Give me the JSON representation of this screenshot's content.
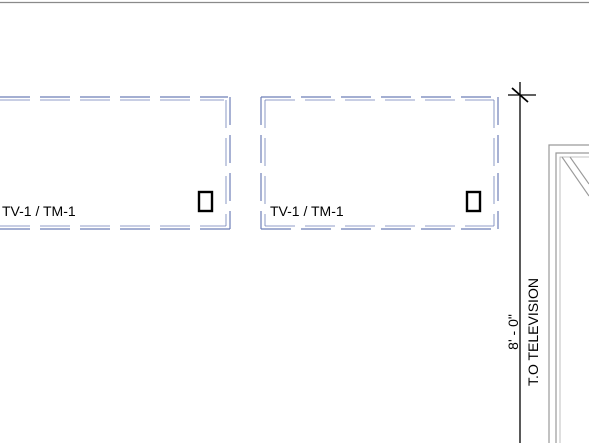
{
  "drawing": {
    "tv_units": [
      {
        "label": "TV-1 / TM-1"
      },
      {
        "label": "TV-1 / TM-1"
      }
    ],
    "dimension": {
      "value": "8' - 0\"",
      "caption": "T.O TELEVISION"
    },
    "colors": {
      "dashed_outline": "#6e7fb8",
      "ink": "#000000",
      "frame": "#9a9a9a"
    }
  }
}
